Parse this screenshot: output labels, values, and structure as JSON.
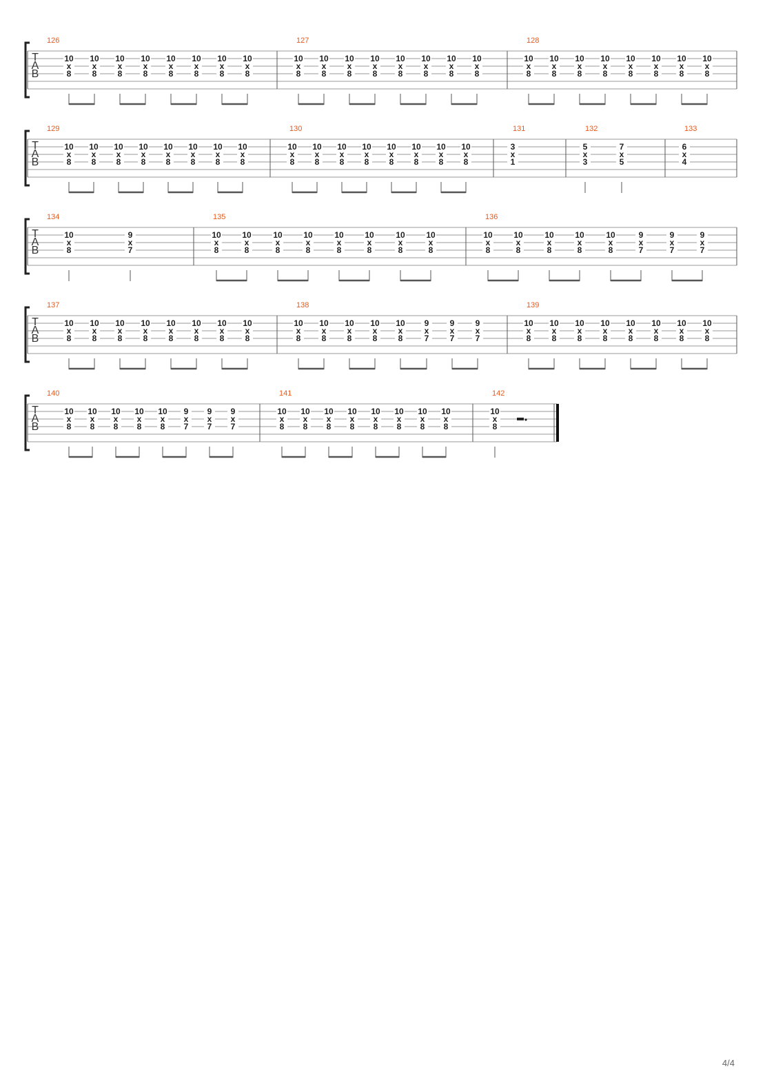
{
  "tab_letters": [
    "T",
    "A",
    "B"
  ],
  "page_number": "4/4",
  "systems": [
    {
      "measures": [
        {
          "number": "126",
          "beats": [
            [
              "10",
              "x",
              "8"
            ],
            [
              "10",
              "x",
              "8"
            ],
            [
              "10",
              "x",
              "8"
            ],
            [
              "10",
              "x",
              "8"
            ],
            [
              "10",
              "x",
              "8"
            ],
            [
              "10",
              "x",
              "8"
            ],
            [
              "10",
              "x",
              "8"
            ],
            [
              "10",
              "x",
              "8"
            ]
          ],
          "beams": "eighth-pairs"
        },
        {
          "number": "127",
          "beats": [
            [
              "10",
              "x",
              "8"
            ],
            [
              "10",
              "x",
              "8"
            ],
            [
              "10",
              "x",
              "8"
            ],
            [
              "10",
              "x",
              "8"
            ],
            [
              "10",
              "x",
              "8"
            ],
            [
              "10",
              "x",
              "8"
            ],
            [
              "10",
              "x",
              "8"
            ],
            [
              "10",
              "x",
              "8"
            ]
          ],
          "beams": "eighth-pairs"
        },
        {
          "number": "128",
          "beats": [
            [
              "10",
              "x",
              "8"
            ],
            [
              "10",
              "x",
              "8"
            ],
            [
              "10",
              "x",
              "8"
            ],
            [
              "10",
              "x",
              "8"
            ],
            [
              "10",
              "x",
              "8"
            ],
            [
              "10",
              "x",
              "8"
            ],
            [
              "10",
              "x",
              "8"
            ],
            [
              "10",
              "x",
              "8"
            ]
          ],
          "beams": "eighth-pairs"
        }
      ]
    },
    {
      "measures": [
        {
          "number": "129",
          "beats": [
            [
              "10",
              "x",
              "8"
            ],
            [
              "10",
              "x",
              "8"
            ],
            [
              "10",
              "x",
              "8"
            ],
            [
              "10",
              "x",
              "8"
            ],
            [
              "10",
              "x",
              "8"
            ],
            [
              "10",
              "x",
              "8"
            ],
            [
              "10",
              "x",
              "8"
            ],
            [
              "10",
              "x",
              "8"
            ]
          ],
          "beams": "eighth-pairs"
        },
        {
          "number": "130",
          "beats": [
            [
              "10",
              "x",
              "8"
            ],
            [
              "10",
              "x",
              "8"
            ],
            [
              "10",
              "x",
              "8"
            ],
            [
              "10",
              "x",
              "8"
            ],
            [
              "10",
              "x",
              "8"
            ],
            [
              "10",
              "x",
              "8"
            ],
            [
              "10",
              "x",
              "8"
            ],
            [
              "10",
              "x",
              "8"
            ]
          ],
          "beams": "eighth-pairs"
        },
        {
          "number": "131",
          "beats": [
            [
              "3",
              "x",
              "1"
            ]
          ],
          "beams": "none"
        },
        {
          "number": "132",
          "beats": [
            [
              "5",
              "x",
              "3"
            ],
            [
              "7",
              "x",
              "5"
            ]
          ],
          "beams": "stems"
        },
        {
          "number": "133",
          "beats": [
            [
              "6",
              "x",
              "4"
            ]
          ],
          "beams": "none"
        }
      ]
    },
    {
      "measures": [
        {
          "number": "134",
          "beats": [
            [
              "10",
              "x",
              "8"
            ],
            [
              "9",
              "x",
              "7"
            ]
          ],
          "beams": "stems"
        },
        {
          "number": "135",
          "beats": [
            [
              "10",
              "x",
              "8"
            ],
            [
              "10",
              "x",
              "8"
            ],
            [
              "10",
              "x",
              "8"
            ],
            [
              "10",
              "x",
              "8"
            ],
            [
              "10",
              "x",
              "8"
            ],
            [
              "10",
              "x",
              "8"
            ],
            [
              "10",
              "x",
              "8"
            ],
            [
              "10",
              "x",
              "8"
            ]
          ],
          "beams": "eighth-pairs"
        },
        {
          "number": "136",
          "beats": [
            [
              "10",
              "x",
              "8"
            ],
            [
              "10",
              "x",
              "8"
            ],
            [
              "10",
              "x",
              "8"
            ],
            [
              "10",
              "x",
              "8"
            ],
            [
              "10",
              "x",
              "8"
            ],
            [
              "9",
              "x",
              "7"
            ],
            [
              "9",
              "x",
              "7"
            ],
            [
              "9",
              "x",
              "7"
            ]
          ],
          "beams": "eighth-pairs"
        }
      ]
    },
    {
      "measures": [
        {
          "number": "137",
          "beats": [
            [
              "10",
              "x",
              "8"
            ],
            [
              "10",
              "x",
              "8"
            ],
            [
              "10",
              "x",
              "8"
            ],
            [
              "10",
              "x",
              "8"
            ],
            [
              "10",
              "x",
              "8"
            ],
            [
              "10",
              "x",
              "8"
            ],
            [
              "10",
              "x",
              "8"
            ],
            [
              "10",
              "x",
              "8"
            ]
          ],
          "beams": "eighth-pairs"
        },
        {
          "number": "138",
          "beats": [
            [
              "10",
              "x",
              "8"
            ],
            [
              "10",
              "x",
              "8"
            ],
            [
              "10",
              "x",
              "8"
            ],
            [
              "10",
              "x",
              "8"
            ],
            [
              "10",
              "x",
              "8"
            ],
            [
              "9",
              "x",
              "7"
            ],
            [
              "9",
              "x",
              "7"
            ],
            [
              "9",
              "x",
              "7"
            ]
          ],
          "beams": "eighth-pairs"
        },
        {
          "number": "139",
          "beats": [
            [
              "10",
              "x",
              "8"
            ],
            [
              "10",
              "x",
              "8"
            ],
            [
              "10",
              "x",
              "8"
            ],
            [
              "10",
              "x",
              "8"
            ],
            [
              "10",
              "x",
              "8"
            ],
            [
              "10",
              "x",
              "8"
            ],
            [
              "10",
              "x",
              "8"
            ],
            [
              "10",
              "x",
              "8"
            ]
          ],
          "beams": "eighth-pairs"
        }
      ]
    },
    {
      "measures": [
        {
          "number": "140",
          "beats": [
            [
              "10",
              "x",
              "8"
            ],
            [
              "10",
              "x",
              "8"
            ],
            [
              "10",
              "x",
              "8"
            ],
            [
              "10",
              "x",
              "8"
            ],
            [
              "10",
              "x",
              "8"
            ],
            [
              "9",
              "x",
              "7"
            ],
            [
              "9",
              "x",
              "7"
            ],
            [
              "9",
              "x",
              "7"
            ]
          ],
          "beams": "eighth-pairs"
        },
        {
          "number": "141",
          "beats": [
            [
              "10",
              "x",
              "8"
            ],
            [
              "10",
              "x",
              "8"
            ],
            [
              "10",
              "x",
              "8"
            ],
            [
              "10",
              "x",
              "8"
            ],
            [
              "10",
              "x",
              "8"
            ],
            [
              "10",
              "x",
              "8"
            ],
            [
              "10",
              "x",
              "8"
            ],
            [
              "10",
              "x",
              "8"
            ]
          ],
          "beams": "eighth-pairs"
        },
        {
          "number": "142",
          "beats": [
            [
              "10",
              "x",
              "8"
            ]
          ],
          "beams": "stems",
          "rest": "dotted-half-rest",
          "final_barline": true
        }
      ]
    }
  ]
}
